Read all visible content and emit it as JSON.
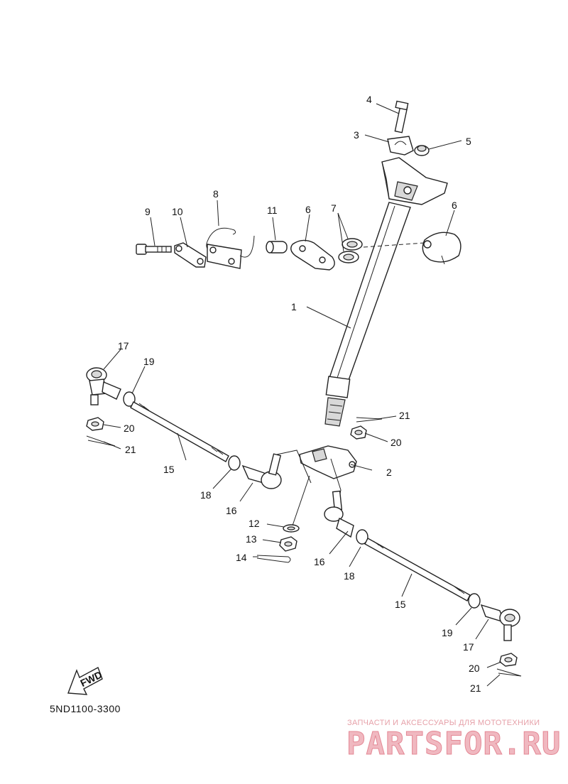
{
  "diagram": {
    "code": "5ND1100-3300",
    "fwd_label": "FWD",
    "callouts": {
      "c1": "1",
      "c2": "2",
      "c3": "3",
      "c4": "4",
      "c5": "5",
      "c6a": "6",
      "c6b": "6",
      "c7": "7",
      "c8": "8",
      "c9": "9",
      "c10": "10",
      "c11": "11",
      "c12": "12",
      "c13": "13",
      "c14": "14",
      "c15a": "15",
      "c15b": "15",
      "c16a": "16",
      "c16b": "16",
      "c17a": "17",
      "c17b": "17",
      "c18a": "18",
      "c18b": "18",
      "c19a": "19",
      "c19b": "19",
      "c20a": "20",
      "c20b": "20",
      "c20c": "20",
      "c21a": "21",
      "c21b": "21",
      "c21c": "21"
    }
  },
  "watermark": {
    "caption": "ЗАПЧАСТИ И АКСЕССУАРЫ ДЛЯ МОТОТЕХНИКИ",
    "brand": "PARTSFOR.RU",
    "color": "#f0b8c0"
  }
}
